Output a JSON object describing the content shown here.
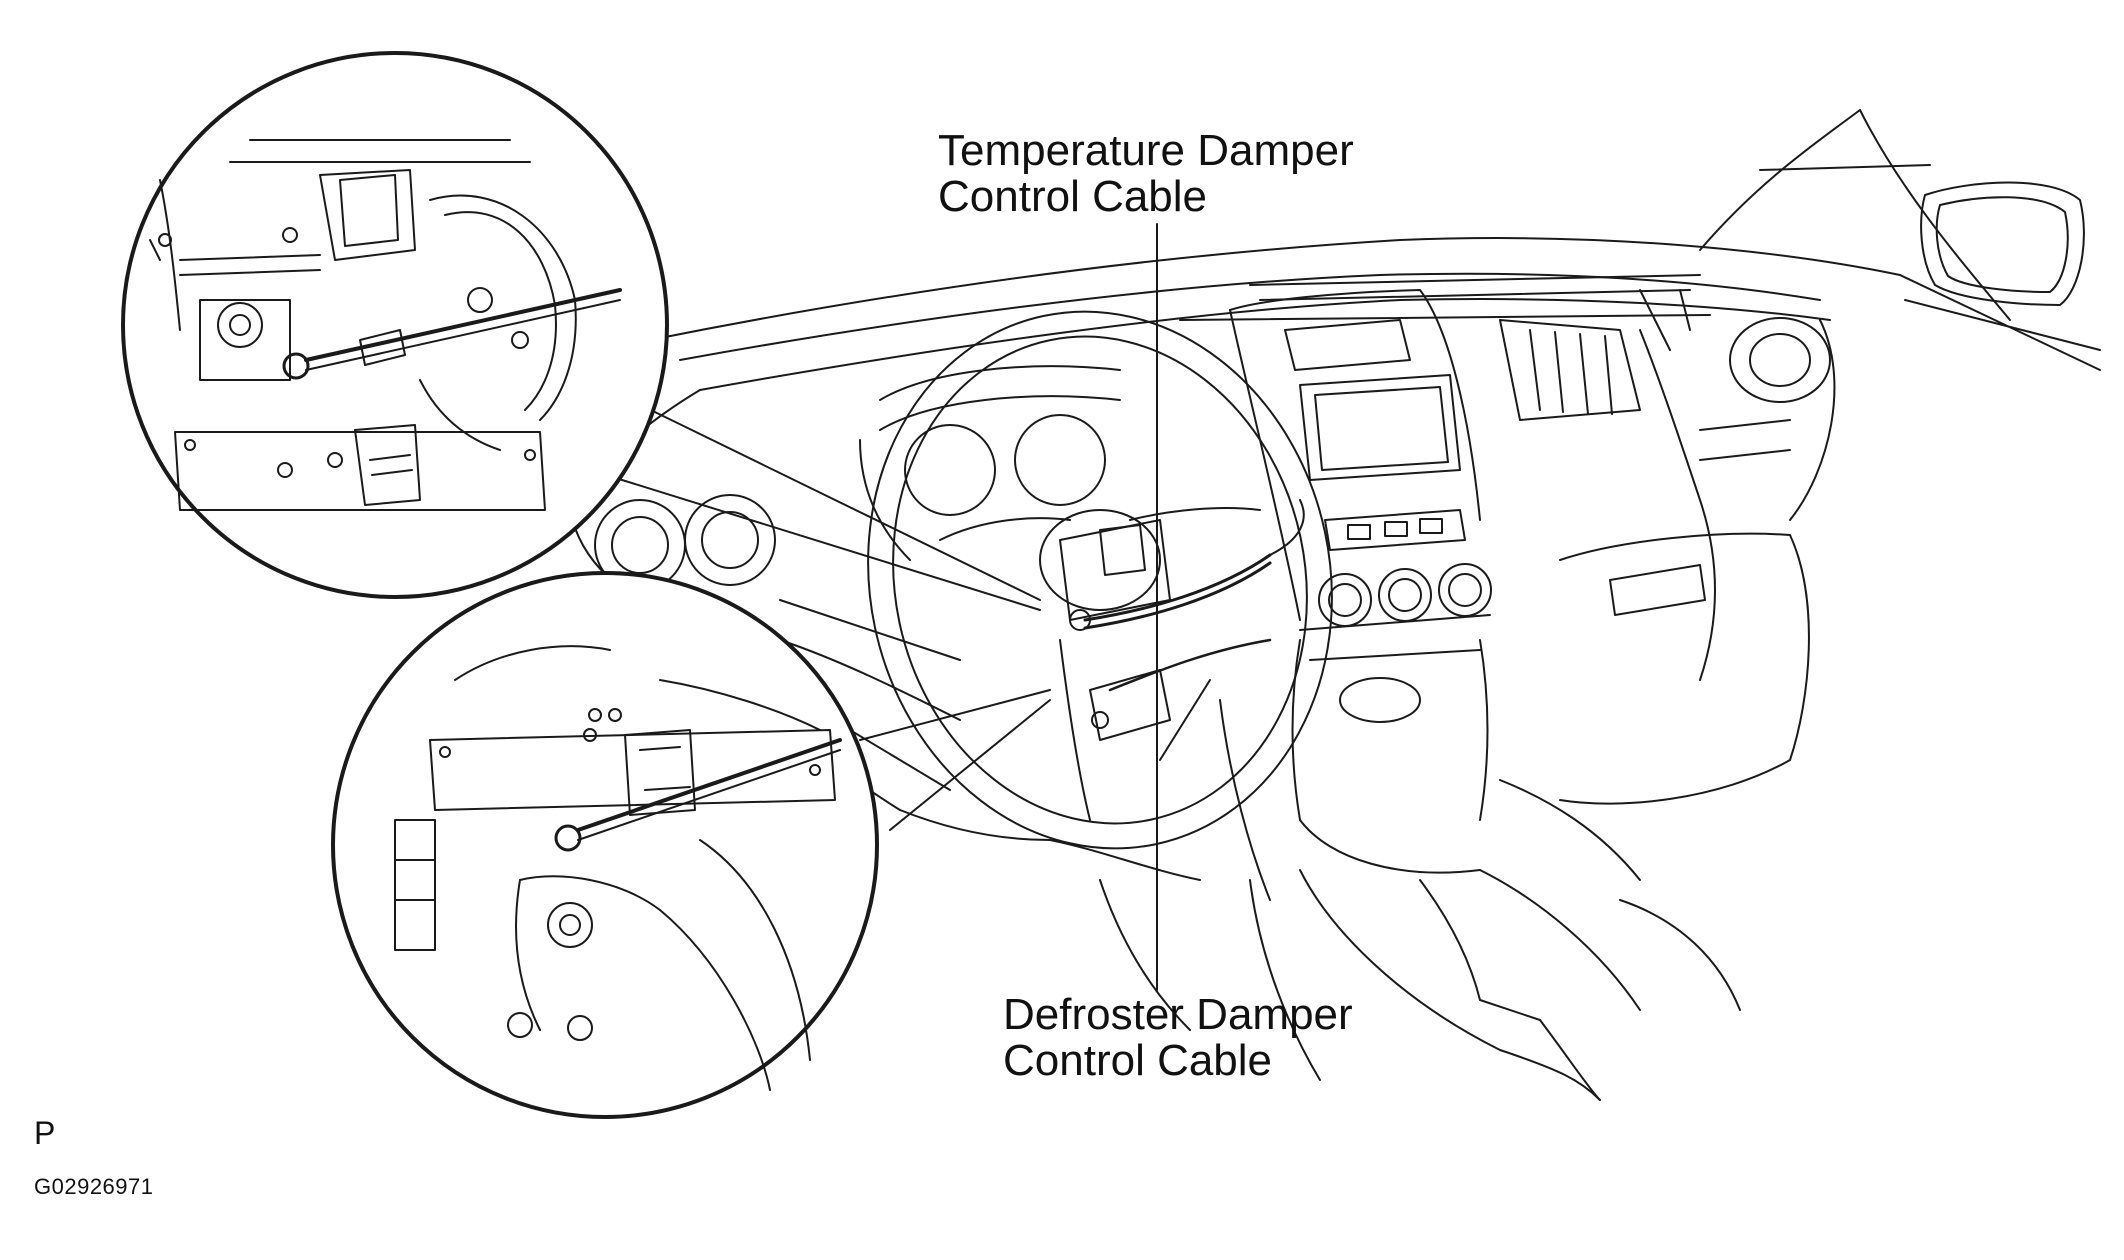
{
  "labels": {
    "temperature_line1": "Temperature Damper",
    "temperature_line2": "Control Cable",
    "defroster_line1": "Defroster Damper",
    "defroster_line2": "Control Cable"
  },
  "footer": {
    "view_code": "P",
    "figure_id": "G02926971"
  },
  "colors": {
    "line": "#1a1a1a",
    "background": "#ffffff"
  }
}
